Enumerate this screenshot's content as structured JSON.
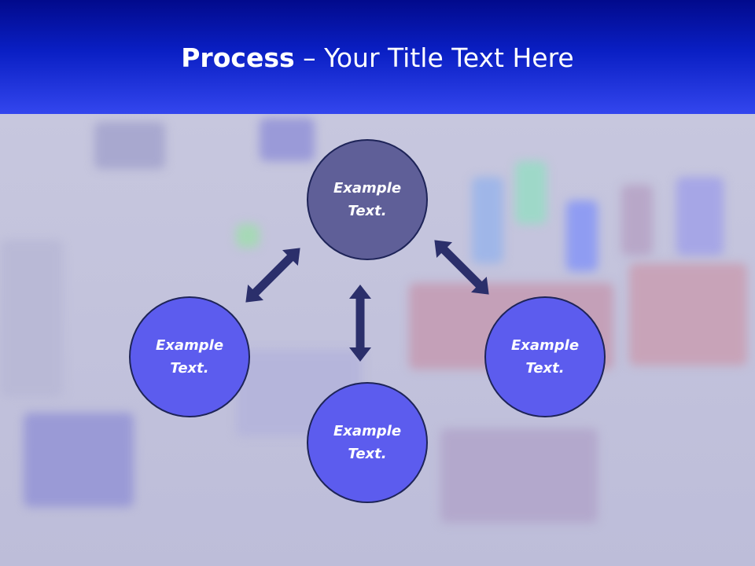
{
  "slide": {
    "title_bold": "Process",
    "title_rest": " – Your Title Text Here"
  },
  "colors": {
    "header_top": "#020a8c",
    "header_bottom": "#3346ee",
    "node_top": "#5f5f98",
    "node": "#5c5cee",
    "arrow": "#2b2f6b",
    "outline": "#1e2458"
  },
  "diagram": {
    "nodes": [
      {
        "id": "top",
        "label_line1": "Example",
        "label_line2": "Text."
      },
      {
        "id": "left",
        "label_line1": "Example",
        "label_line2": "Text."
      },
      {
        "id": "right",
        "label_line1": "Example",
        "label_line2": "Text."
      },
      {
        "id": "bottom",
        "label_line1": "Example",
        "label_line2": "Text."
      }
    ],
    "edges": [
      {
        "from": "top",
        "to": "left",
        "style": "double-arrow"
      },
      {
        "from": "top",
        "to": "right",
        "style": "double-arrow"
      },
      {
        "from": "top",
        "to": "bottom",
        "style": "double-arrow"
      }
    ]
  }
}
